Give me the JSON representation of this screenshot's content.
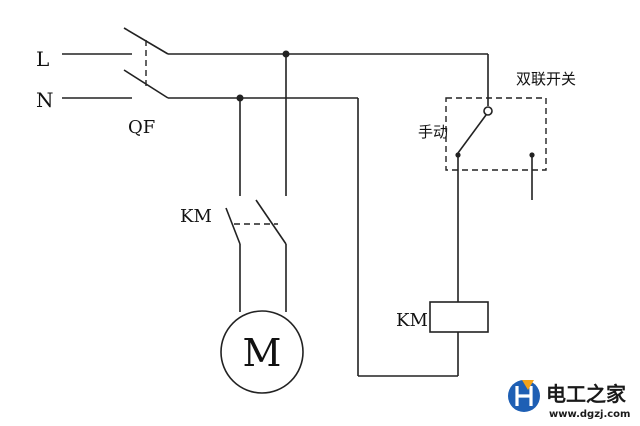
{
  "labels": {
    "line_l": "L",
    "line_n": "N",
    "breaker": "QF",
    "contactor_main": "KM",
    "contactor_coil": "KM",
    "motor": "M",
    "double_switch": "双联开关",
    "manual": "手动"
  },
  "watermark": {
    "brand": "电工之家",
    "url": "www.dgzj.com",
    "color": "#1e5fb4"
  }
}
